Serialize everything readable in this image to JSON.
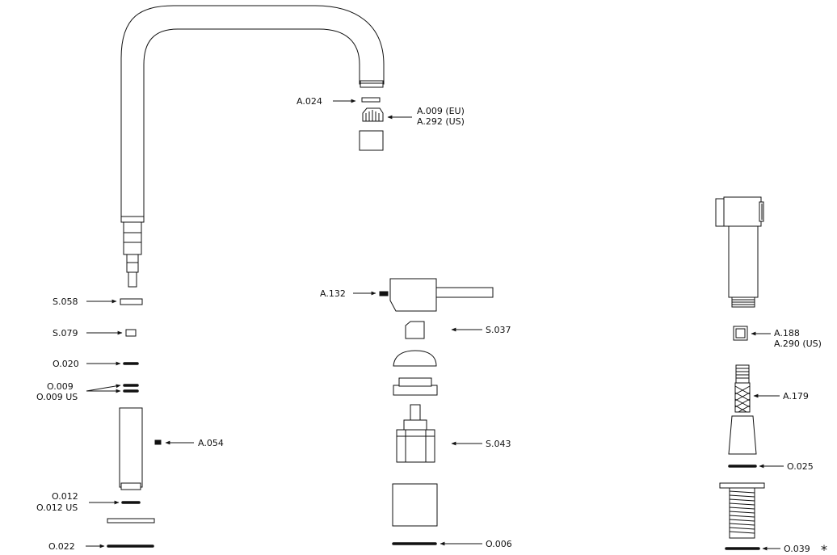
{
  "labels": {
    "a024": "A.024",
    "a009": "A.009 (EU)",
    "a292": "A.292 (US)",
    "s058": "S.058",
    "s079": "S.079",
    "o020": "O.020",
    "o009": "O.009",
    "o009us": "O.009 US",
    "a054": "A.054",
    "o012": "O.012",
    "o012us": "O.012 US",
    "o022": "O.022",
    "a132": "A.132",
    "s037": "S.037",
    "s043": "S.043",
    "o006": "O.006",
    "a188": "A.188",
    "a290": "A.290 (US)",
    "a179": "A.179",
    "o025": "O.025",
    "o039": "O.039",
    "asterisk": "*"
  }
}
